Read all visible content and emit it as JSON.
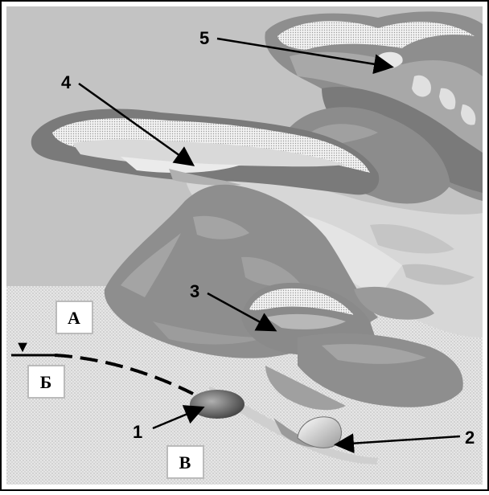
{
  "diagram": {
    "callouts": [
      {
        "id": "1",
        "label": "1"
      },
      {
        "id": "2",
        "label": "2"
      },
      {
        "id": "3",
        "label": "3"
      },
      {
        "id": "4",
        "label": "4"
      },
      {
        "id": "5",
        "label": "5"
      }
    ],
    "zones": [
      {
        "id": "a",
        "label": "А"
      },
      {
        "id": "b",
        "label": "Б"
      },
      {
        "id": "v",
        "label": "В"
      }
    ],
    "water_level_marker": "▼"
  },
  "colors": {
    "frame": "#000000",
    "background_gray": "#c3c3c3",
    "ground_dotted": "#dcdcdc",
    "dark_scale": "#8e8e8e",
    "mid_scale": "#a8a8a8",
    "light_scale": "#d7d7d7",
    "rhizome": "#7b7b7b"
  }
}
